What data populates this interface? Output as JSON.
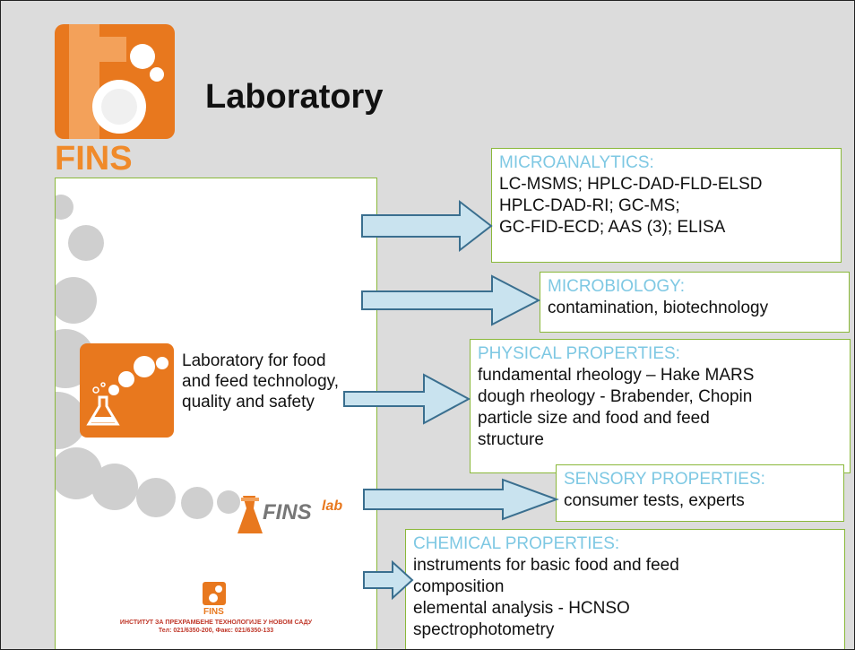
{
  "title": "Laboratory",
  "logo_text": "FINS",
  "poster": {
    "lab_name": "Laboratory for food and feed technology, quality and safety",
    "finslab_logo": "FINS lab",
    "small_logo_text": "FINS",
    "institute_line1": "ИНСТИТУТ ЗА ПРЕХРАМБЕНЕ ТЕХНОЛОГИЈЕ У НОВОМ САДУ",
    "institute_line2": "Тел: 021/6350-200, Факс: 021/6350-133"
  },
  "boxes": {
    "micro": {
      "heading": "MICROANALYTICS:",
      "lines": [
        "LC-MSMS; HPLC-DAD-FLD-ELSD",
        "HPLC-DAD-RI; GC-MS;",
        "GC-FID-ECD; AAS (3); ELISA"
      ]
    },
    "bio": {
      "heading": "MICROBIOLOGY:",
      "lines": [
        "contamination, biotechnology"
      ]
    },
    "phys": {
      "heading": "PHYSICAL PROPERTIES:",
      "lines": [
        "fundamental rheology – Hake MARS",
        "dough rheology - Brabender, Chopin",
        "particle size and food and feed",
        "structure"
      ]
    },
    "sens": {
      "heading": "SENSORY PROPERTIES:",
      "lines": [
        "consumer tests, experts"
      ]
    },
    "chem": {
      "heading": "CHEMICAL PROPERTIES:",
      "lines": [
        "instruments for basic food and feed",
        "composition",
        "elemental analysis - HCNSO",
        "spectrophotometry"
      ]
    }
  },
  "colors": {
    "orange": "#e8781e",
    "box_border": "#8ab83a",
    "heading": "#7ec8e3",
    "arrow_fill": "#c9e3ef",
    "arrow_stroke": "#3a6f8f"
  }
}
